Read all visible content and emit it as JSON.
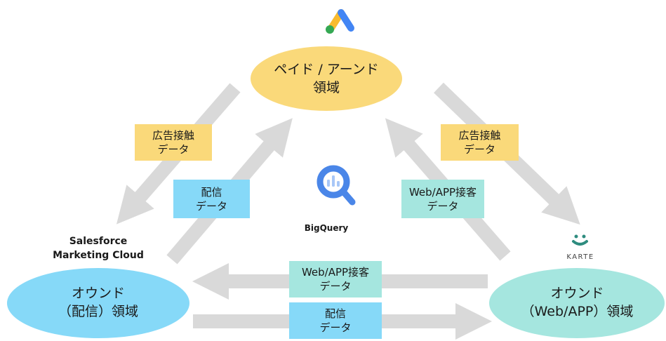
{
  "nodes": {
    "paid": {
      "line1": "ペイド / アーンド",
      "line2": "領域",
      "color": "#FAD97A"
    },
    "owned_delivery": {
      "line1": "オウンド",
      "line2": "（配信）領域",
      "color": "#86D9F8"
    },
    "owned_web": {
      "line1": "オウンド",
      "line2": "（Web/APP）領域",
      "color": "#A5E6DF"
    }
  },
  "logos": {
    "google_ads": {
      "icon": "google-ads-icon"
    },
    "bigquery": {
      "icon": "bigquery-icon",
      "label": "BigQuery"
    },
    "salesforce": {
      "line1": "Salesforce",
      "line2": "Marketing Cloud"
    },
    "karte": {
      "icon": "karte-icon",
      "label": "KARTE"
    }
  },
  "flows": {
    "left_ad_contact": {
      "line1": "広告接触",
      "line2": "データ",
      "color": "#FAD97A"
    },
    "left_delivery": {
      "line1": "配信",
      "line2": "データ",
      "color": "#86D9F8"
    },
    "right_web_guest": {
      "line1": "Web/APP接客",
      "line2": "データ",
      "color": "#A5E6DF"
    },
    "right_ad_contact": {
      "line1": "広告接触",
      "line2": "データ",
      "color": "#FAD97A"
    },
    "bottom_web_guest": {
      "line1": "Web/APP接客",
      "line2": "データ",
      "color": "#A5E6DF"
    },
    "bottom_delivery": {
      "line1": "配信",
      "line2": "データ",
      "color": "#86D9F8"
    }
  },
  "colors": {
    "arrow": "#D9D9D9"
  }
}
